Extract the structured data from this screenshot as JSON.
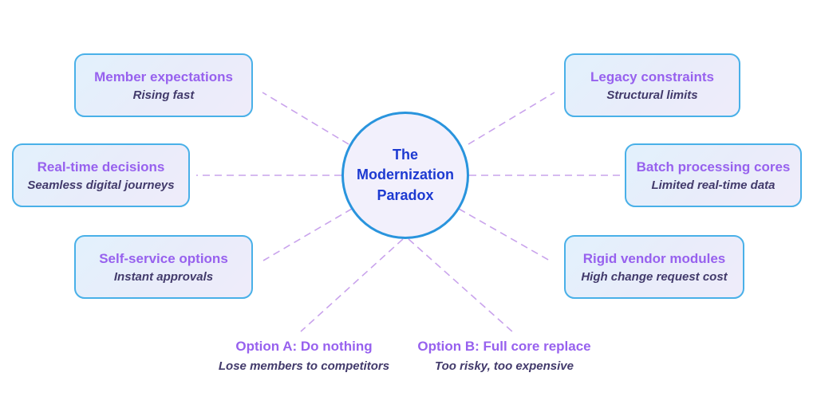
{
  "diagram": {
    "title_hidden": "",
    "colors": {
      "background": "#ffffff",
      "box_border": "#49b0e8",
      "box_fill_top": "#e2f1fc",
      "box_fill_bottom": "#efecfa",
      "node_title": "#9761ee",
      "node_subtitle": "#423a6b",
      "circle_border": "#2994dd",
      "circle_fill": "#f2f0fc",
      "circle_text": "#1d3ad1",
      "connector": "#c9a3ec"
    },
    "center": {
      "title": "The Modernization Paradox"
    },
    "nodes": [
      {
        "id": "member-expectations",
        "title": "Member expectations",
        "subtitle": "Rising fast"
      },
      {
        "id": "real-time-decisions",
        "title": "Real-time decisions",
        "subtitle": "Seamless digital journeys"
      },
      {
        "id": "self-service-options",
        "title": "Self-service options",
        "subtitle": "Instant approvals"
      },
      {
        "id": "legacy-constraints",
        "title": "Legacy constraints",
        "subtitle": "Structural limits"
      },
      {
        "id": "batch-processing-cores",
        "title": "Batch processing cores",
        "subtitle": "Limited real-time data"
      },
      {
        "id": "rigid-vendor-modules",
        "title": "Rigid vendor modules",
        "subtitle": "High change request cost"
      }
    ],
    "options": [
      {
        "id": "option-a",
        "title": "Option A: Do nothing",
        "subtitle": "Lose members to competitors"
      },
      {
        "id": "option-b",
        "title": "Option B: Full core replace",
        "subtitle": "Too risky, too expensive"
      }
    ]
  }
}
